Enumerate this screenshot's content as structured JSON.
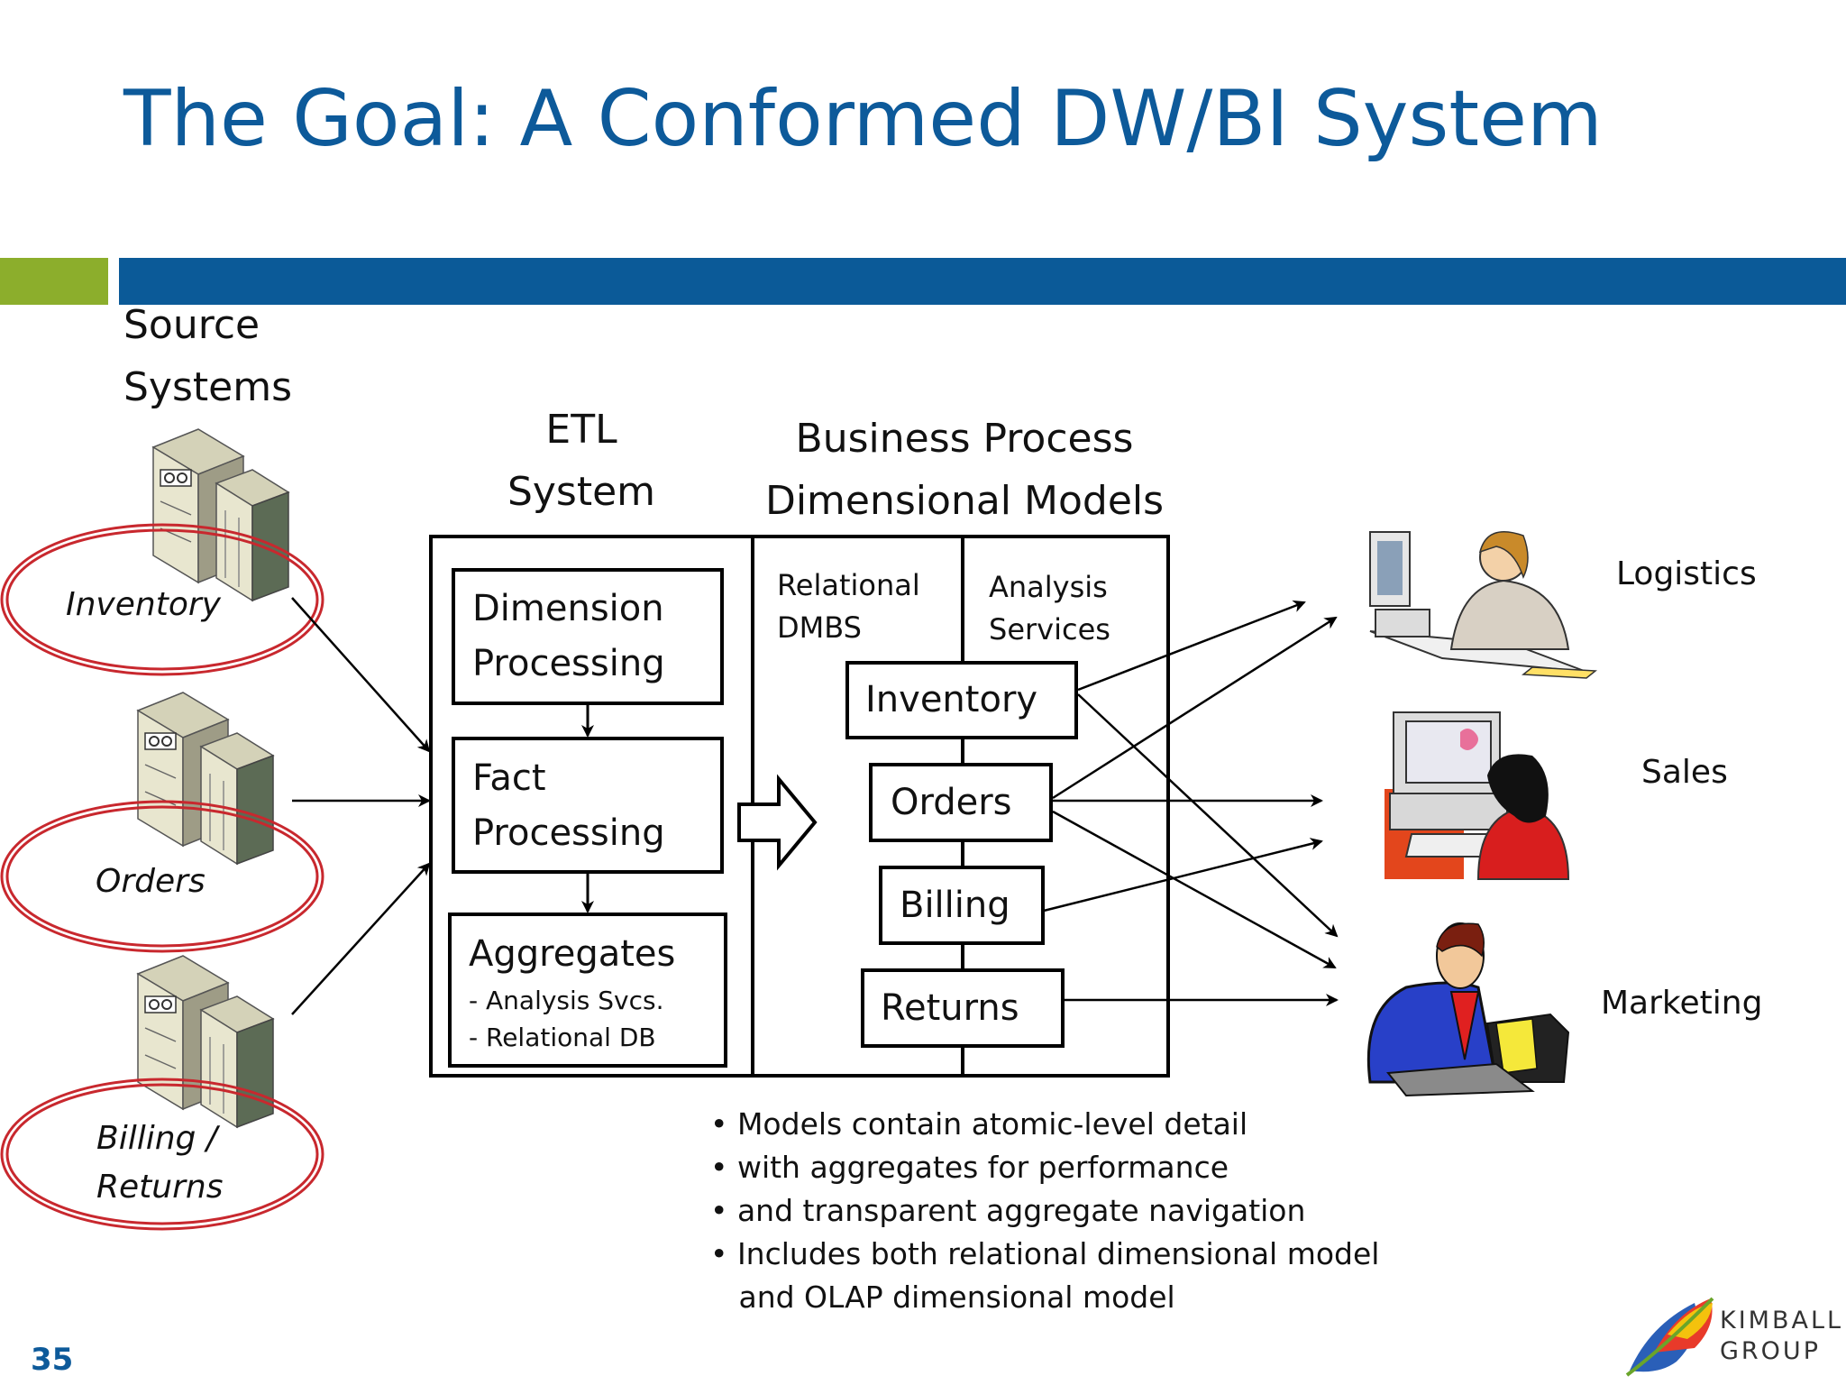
{
  "title": "The Goal: A Conformed DW/BI System",
  "colors": {
    "title_blue": "#0d5a9a",
    "bar_green": "#8cae2c",
    "bar_blue": "#0b5a98",
    "oval_red": "#c8282e"
  },
  "source": {
    "heading_line1": "Source",
    "heading_line2": "Systems",
    "systems": [
      {
        "label": "Inventory",
        "icon": "server-icon"
      },
      {
        "label": "Orders",
        "icon": "server-icon"
      },
      {
        "label_line1": "Billing /",
        "label_line2": "Returns",
        "icon": "server-icon"
      }
    ]
  },
  "etl": {
    "heading_line1": "ETL",
    "heading_line2": "System",
    "dimension_line1": "Dimension",
    "dimension_line2": "Processing",
    "fact_line1": "Fact",
    "fact_line2": "Processing",
    "aggregates": "Aggregates",
    "aggregates_sub1": "- Analysis Svcs.",
    "aggregates_sub2": "- Relational DB"
  },
  "models": {
    "heading_line1": "Business Process",
    "heading_line2": "Dimensional Models",
    "col1_line1": "Relational",
    "col1_line2": "DMBS",
    "col2_line1": "Analysis",
    "col2_line2": "Services",
    "items": [
      "Inventory",
      "Orders",
      "Billing",
      "Returns"
    ]
  },
  "users": [
    {
      "label": "Logistics",
      "icon": "woman-at-computer-icon"
    },
    {
      "label": "Sales",
      "icon": "woman-at-computer-icon"
    },
    {
      "label": "Marketing",
      "icon": "man-at-computer-icon"
    }
  ],
  "bullets": [
    "• Models contain atomic-level detail",
    "• with aggregates for performance",
    "• and transparent aggregate navigation",
    "• Includes both relational dimensional model",
    "   and OLAP dimensional model"
  ],
  "slide_number": "35",
  "logo": {
    "line1": "KIMBALL",
    "line2": "GROUP"
  }
}
